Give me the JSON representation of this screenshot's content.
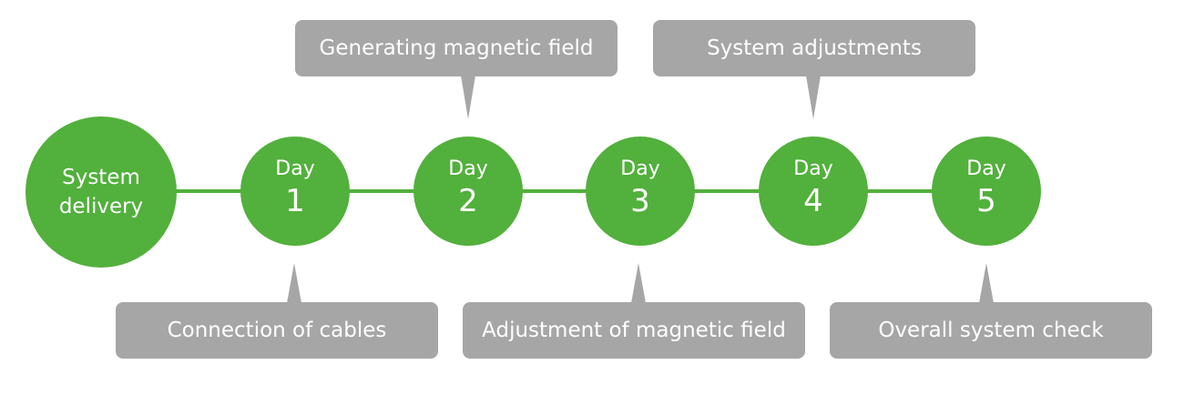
{
  "start": {
    "line1": "System",
    "line2": "delivery"
  },
  "days": [
    {
      "word": "Day",
      "number": "1"
    },
    {
      "word": "Day",
      "number": "2"
    },
    {
      "word": "Day",
      "number": "3"
    },
    {
      "word": "Day",
      "number": "4"
    },
    {
      "word": "Day",
      "number": "5"
    }
  ],
  "callouts_top": [
    {
      "label": "Generating magnetic field"
    },
    {
      "label": "System adjustments"
    }
  ],
  "callouts_bottom": [
    {
      "label": "Connection of cables"
    },
    {
      "label": "Adjustment of magnetic field"
    },
    {
      "label": "Overall system check"
    }
  ],
  "colors": {
    "green": "#52b03c",
    "callout_gray": "#a6a6a6",
    "text": "#ffffff"
  }
}
